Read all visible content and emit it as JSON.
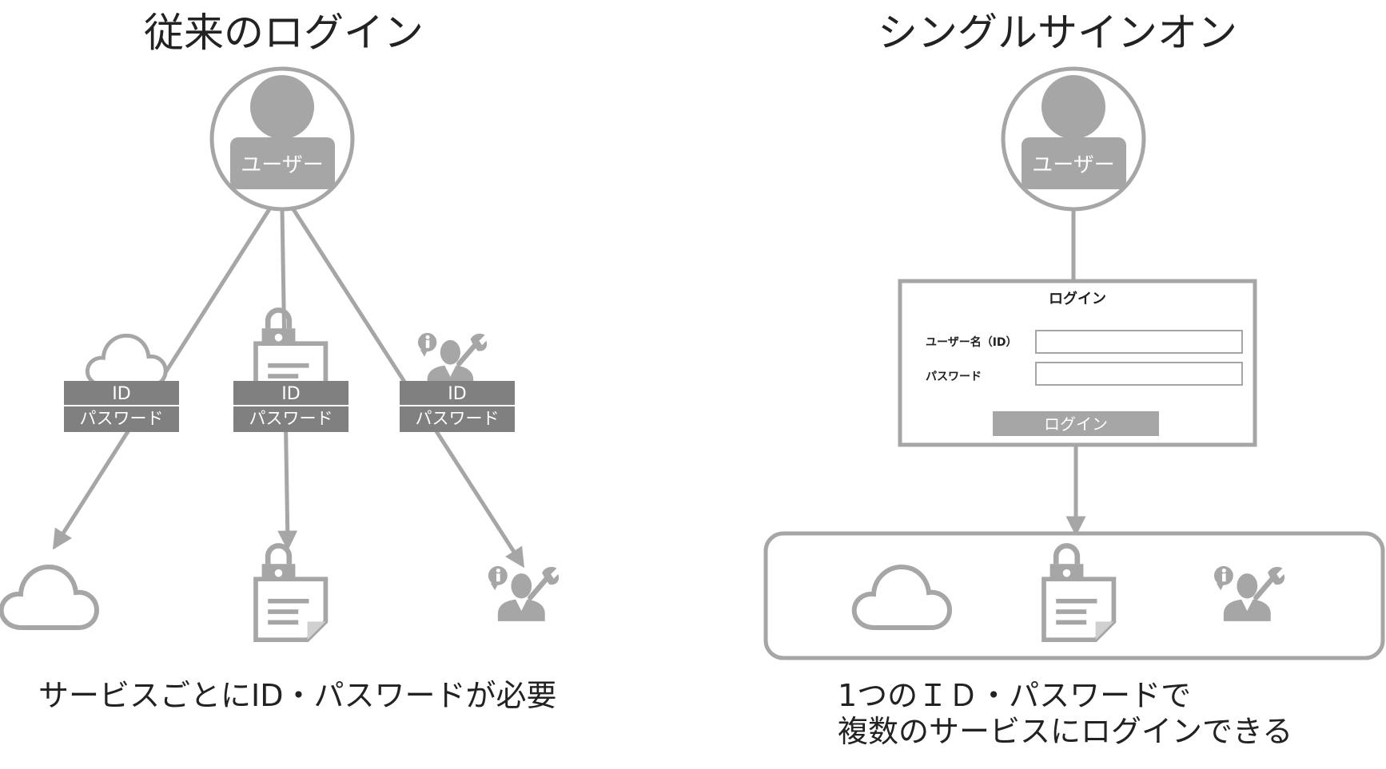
{
  "left": {
    "title": "従来のログイン",
    "user_label": "ユーザー",
    "credentials": [
      {
        "id_label": "ID",
        "password_label": "パスワード"
      },
      {
        "id_label": "ID",
        "password_label": "パスワード"
      },
      {
        "id_label": "ID",
        "password_label": "パスワード"
      }
    ],
    "services": [
      "cloud-icon",
      "locked-document-icon",
      "support-person-icon"
    ],
    "caption": "サービスごとにID・パスワードが必要"
  },
  "right": {
    "title": "シングルサインオン",
    "user_label": "ユーザー",
    "login_form": {
      "title": "ログイン",
      "username_label": "ユーザー名（ID）",
      "username_value": "",
      "password_label": "パスワード",
      "password_value": "",
      "button_label": "ログイン"
    },
    "services": [
      "cloud-icon",
      "locked-document-icon",
      "support-person-icon"
    ],
    "caption_line1": "1つのＩＤ・パスワードで",
    "caption_line2": "複数のサービスにログインできる"
  },
  "colors": {
    "icon_gray": "#a6a6a6",
    "line_gray": "#a6a6a6",
    "label_box": "#808080",
    "button": "#a6a6a6"
  }
}
